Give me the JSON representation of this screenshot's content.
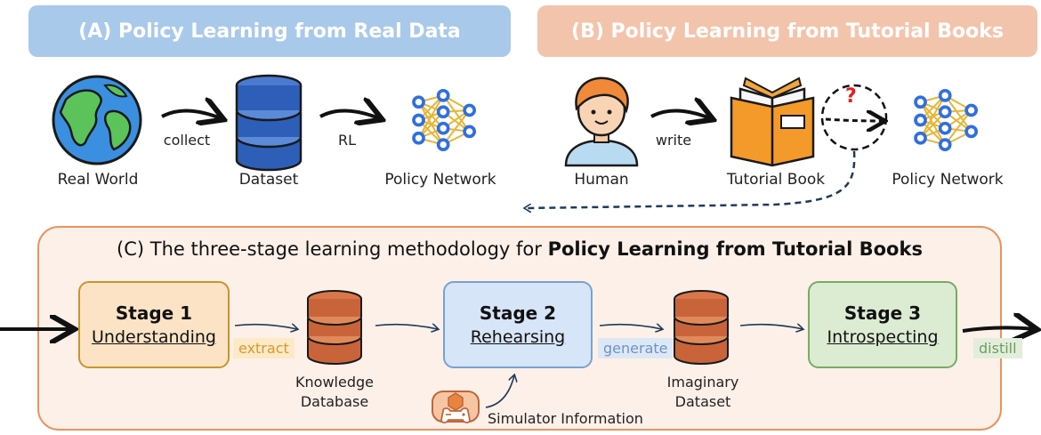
{
  "panel_a": {
    "title": "(A) Policy Learning from Real Data",
    "real_world": "Real World",
    "collect": "collect",
    "dataset": "Dataset",
    "rl": "RL",
    "policy_network": "Policy Network"
  },
  "panel_b": {
    "title": "(B) Policy Learning from Tutorial Books",
    "human": "Human",
    "write": "write",
    "tutorial_book": "Tutorial Book",
    "question_mark": "?",
    "policy_network": "Policy Network"
  },
  "panel_c": {
    "title_prefix": "(C) The three-stage learning methodology for ",
    "title_bold": "Policy Learning from Tutorial Books",
    "stage1": {
      "title": "Stage 1",
      "subtitle": "Understanding"
    },
    "stage2": {
      "title": "Stage 2",
      "subtitle": "Rehearsing"
    },
    "stage3": {
      "title": "Stage 3",
      "subtitle": "Introspecting"
    },
    "extract": "extract",
    "generate": "generate",
    "distill": "distill",
    "knowledge_db_line1": "Knowledge",
    "knowledge_db_line2": "Database",
    "imaginary_line1": "Imaginary",
    "imaginary_line2": "Dataset",
    "simulator": "Simulator Information"
  },
  "colors": {
    "banner_a": "#a9c9ea",
    "banner_b": "#f3c4ac",
    "panel_c_bg": "#fdf0e8",
    "panel_c_border": "#e8935f",
    "stage1_bg": "#fde3c6",
    "stage1_border": "#c8952a",
    "stage2_bg": "#d6e5f7",
    "stage2_border": "#7aa1cf",
    "stage3_bg": "#dcecd3",
    "stage3_border": "#78ab60",
    "extract_bg": "#fbe9c8",
    "extract_text": "#d89a2a",
    "generate_bg": "#dde8f6",
    "generate_text": "#6f93c2",
    "distill_bg": "#e2eedb",
    "distill_text": "#6f9d5e"
  }
}
